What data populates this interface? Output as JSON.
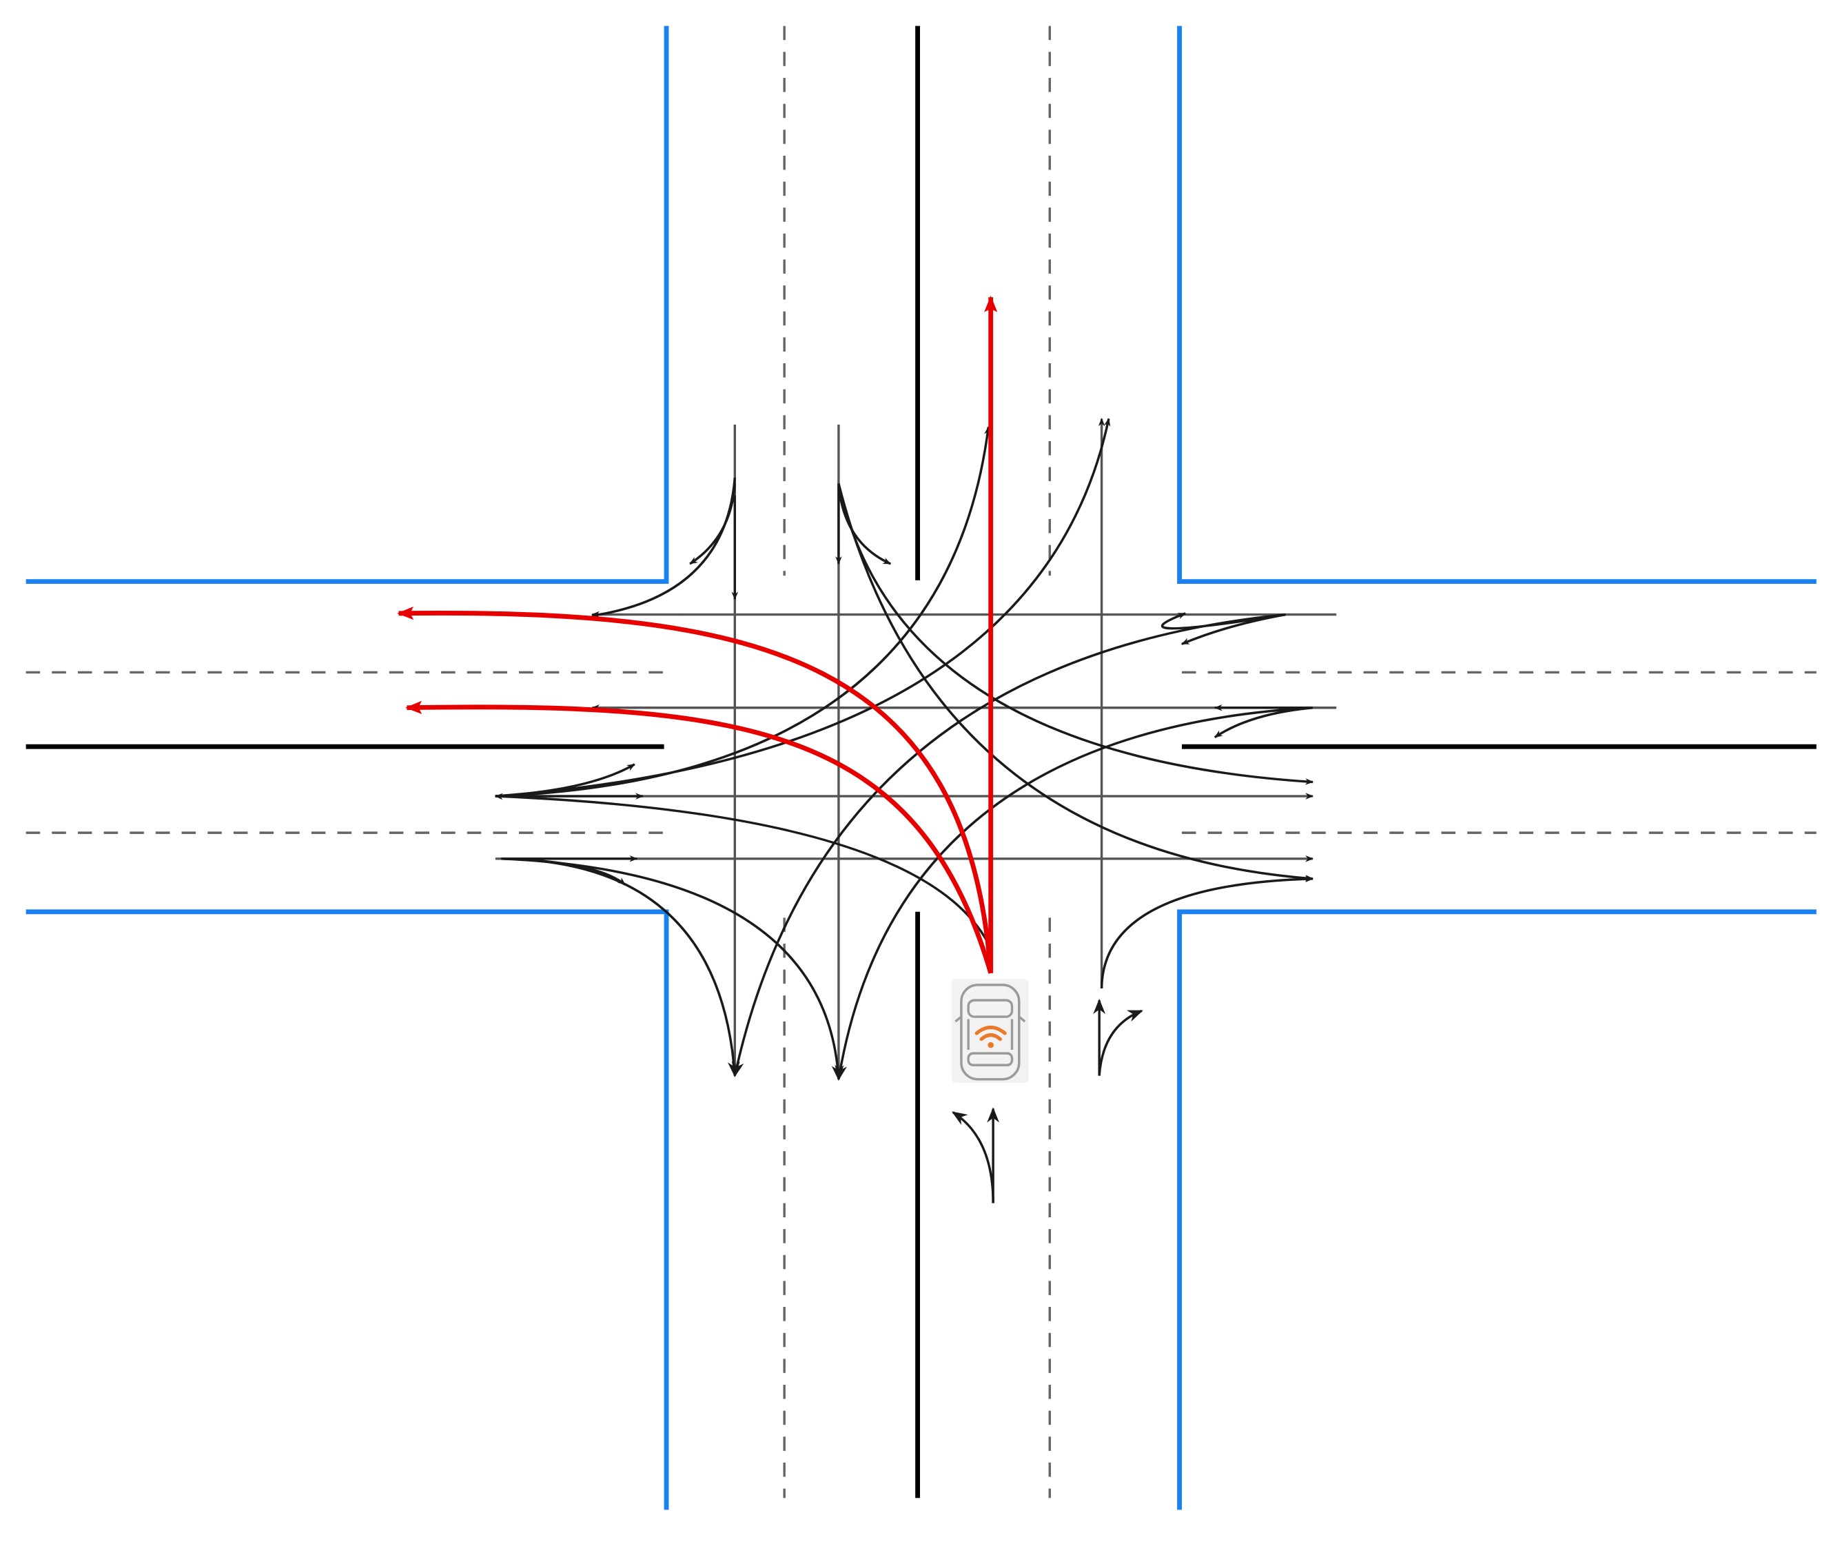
{
  "diagram": {
    "kind": "four-way intersection trajectory diagram",
    "colors": {
      "background": "#ffffff",
      "curb": "#1a82f0",
      "center_line": "#000000",
      "lane_divider": "#666666",
      "trajectory": "#1a1a1a",
      "trajectory_light": "#555555",
      "ego_trajectory": "#e60000",
      "vehicle_body": "#9a9a9a",
      "vehicle_tile": "#f2f2f2",
      "signal": "#e87a2a"
    },
    "icons": {
      "vehicle": "car-top-view-icon",
      "signal": "wireless-signal-icon",
      "lane_arrow": "lane-direction-arrow-icon"
    },
    "ego_vehicle": {
      "approach": "south",
      "maneuvers": [
        "straight",
        "left-turn",
        "left-turn"
      ]
    },
    "approaches": [
      "north",
      "south",
      "east",
      "west"
    ]
  }
}
